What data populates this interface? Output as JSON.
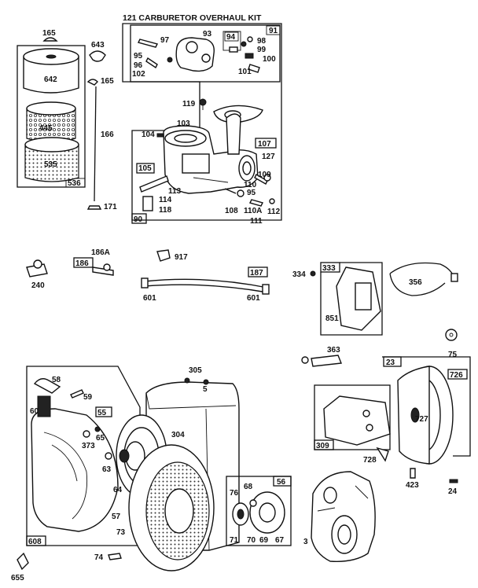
{
  "kit_title": "121 CARBURETOR OVERHAUL KIT",
  "boxed_refs": {
    "b91": "91",
    "b94": "94",
    "b107": "107",
    "b105": "105",
    "b90": "90",
    "b536": "536",
    "b186": "186",
    "b187": "187",
    "b333": "333",
    "b23": "23",
    "b726": "726",
    "b309": "309",
    "b55": "55",
    "b56": "56",
    "b608": "608"
  },
  "labels": {
    "l165a": "165",
    "l643": "643",
    "l642": "642",
    "l165b": "165",
    "l445": "445",
    "l535": "535",
    "l166": "166",
    "l171": "171",
    "l97": "97",
    "l93": "93",
    "l98": "98",
    "l99": "99",
    "l100": "100",
    "l95": "95",
    "l96": "96",
    "l102": "102",
    "l101": "101",
    "l119": "119",
    "l103": "103",
    "l104": "104",
    "l127": "127",
    "l109": "109",
    "l110": "110",
    "l95b": "95",
    "l113": "113",
    "l114": "114",
    "l118": "118",
    "l108": "108",
    "l110a": "110A",
    "l112": "112",
    "l111": "111",
    "l186a": "186A",
    "l917": "917",
    "l240": "240",
    "l601a": "601",
    "l601b": "601",
    "l334": "334",
    "l356": "356",
    "l851": "851",
    "l363": "363",
    "l75": "75",
    "l305": "305",
    "l5": "5",
    "l58": "58",
    "l59": "59",
    "l60": "60",
    "l65": "65",
    "l373": "373",
    "l304": "304",
    "l63": "63",
    "l64": "64",
    "l57": "57",
    "l73": "73",
    "l76": "76",
    "l68": "68",
    "l71": "71",
    "l70": "70",
    "l69": "69",
    "l67": "67",
    "l727": "727",
    "l728": "728",
    "l423": "423",
    "l24": "24",
    "l3": "3",
    "l74": "74",
    "l655": "655"
  }
}
